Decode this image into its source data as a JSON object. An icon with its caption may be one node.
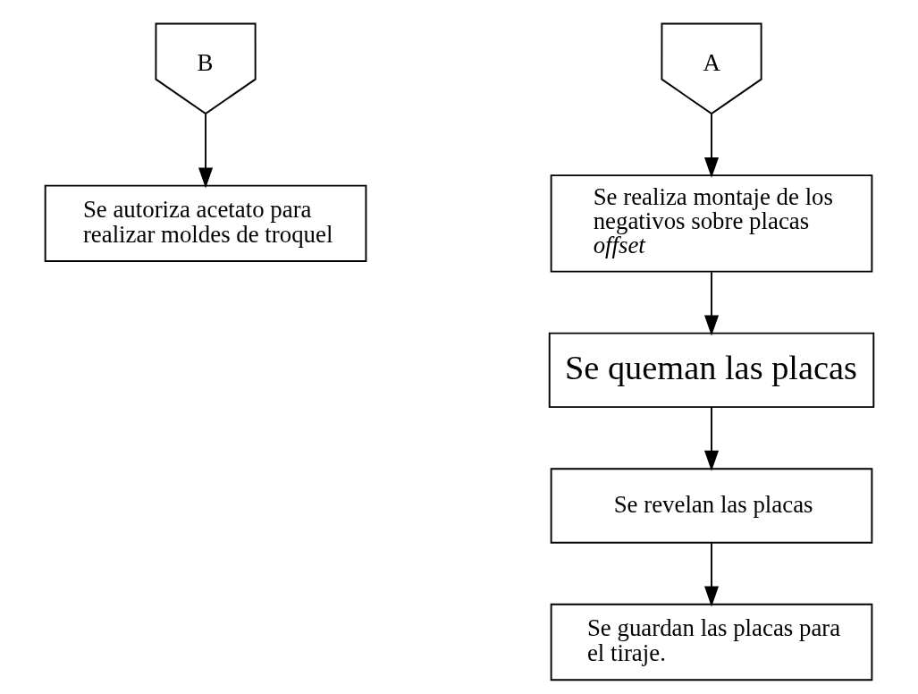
{
  "diagram": {
    "nodes": [
      {
        "text": [
          "B"
        ]
      },
      {
        "text": [
          "Se autoriza acetato para realizar moldes de troquel"
        ]
      },
      {
        "text": [
          "A"
        ]
      },
      {
        "text": [
          "Se realiza montaje de los negativos sobre placas *offset*"
        ]
      },
      {
        "text": [
          "Se queman las placas"
        ]
      },
      {
        "text": [
          "Se revelan las placas"
        ]
      },
      {
        "text": [
          "Se guardan las placas para el tiraje."
        ]
      }
    ],
    "edges": [
      {
        "from": 0,
        "to": 1,
        "arrow": "to"
      },
      {
        "from": 2,
        "to": 3,
        "arrow": "to"
      },
      {
        "from": 3,
        "to": 4,
        "arrow": "to"
      },
      {
        "from": 4,
        "to": 5,
        "arrow": "to"
      },
      {
        "from": 5,
        "to": 6,
        "arrow": "to"
      }
    ]
  }
}
